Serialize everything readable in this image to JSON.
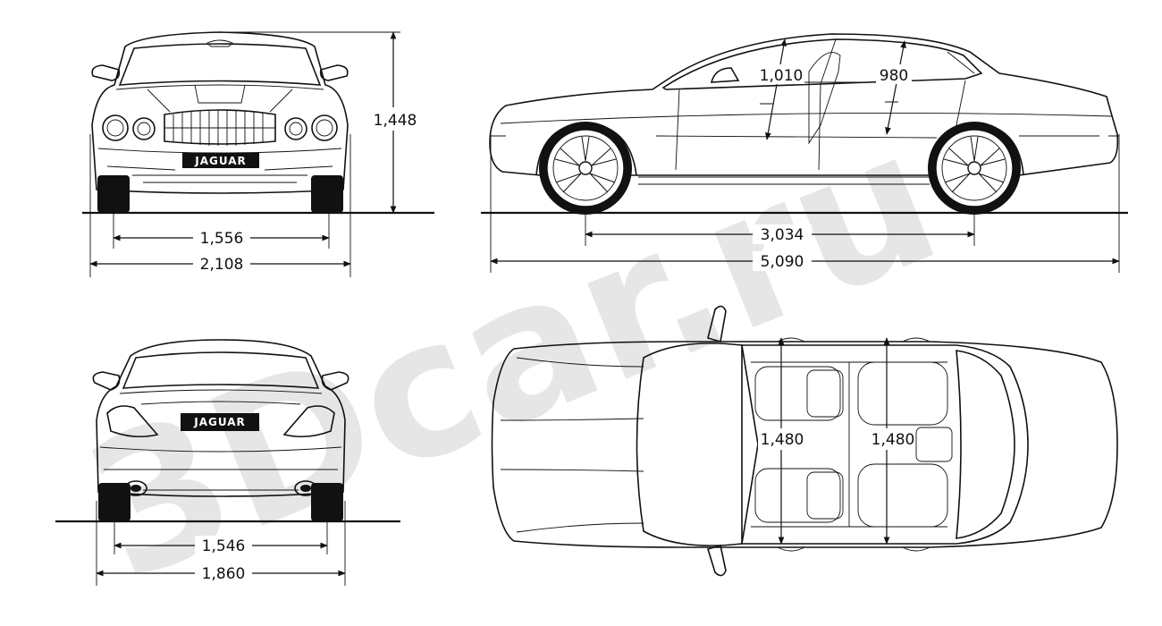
{
  "watermark": {
    "text": "3Dcar.ru",
    "color": "#e6e6e6"
  },
  "front": {
    "plate": "JAGUAR",
    "height": "1,448",
    "track": "1,556",
    "width": "2,108"
  },
  "side": {
    "front_headroom": "1,010",
    "rear_headroom": "980",
    "wheelbase": "3,034",
    "length": "5,090"
  },
  "rear": {
    "plate": "JAGUAR",
    "track": "1,546",
    "width": "1,860"
  },
  "top": {
    "front_shoulder_width": "1,480",
    "rear_shoulder_width": "1,480"
  }
}
